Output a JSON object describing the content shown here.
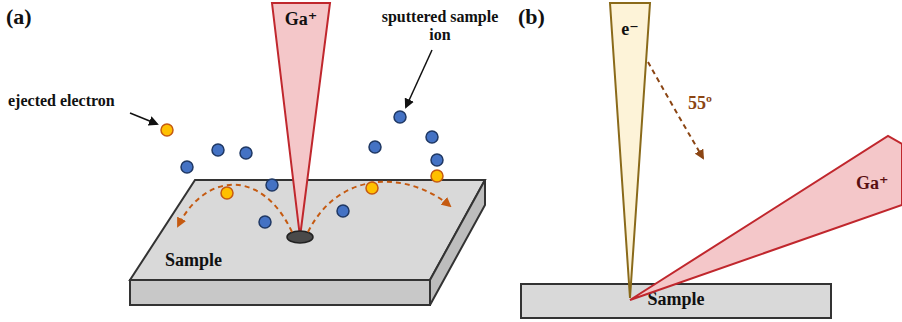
{
  "diagram": {
    "nodes": [
      {
        "text": [
          "Ga⁺"
        ]
      },
      {
        "text": [
          "Sample"
        ]
      },
      {
        "text": [
          "e⁻"
        ]
      },
      {
        "text": [
          "Ga⁺"
        ]
      },
      {
        "text": [
          "Sample"
        ]
      }
    ],
    "labels": [
      "(a)",
      "ejected electron",
      "sputtered sample ion",
      "(b)",
      "55º"
    ]
  }
}
